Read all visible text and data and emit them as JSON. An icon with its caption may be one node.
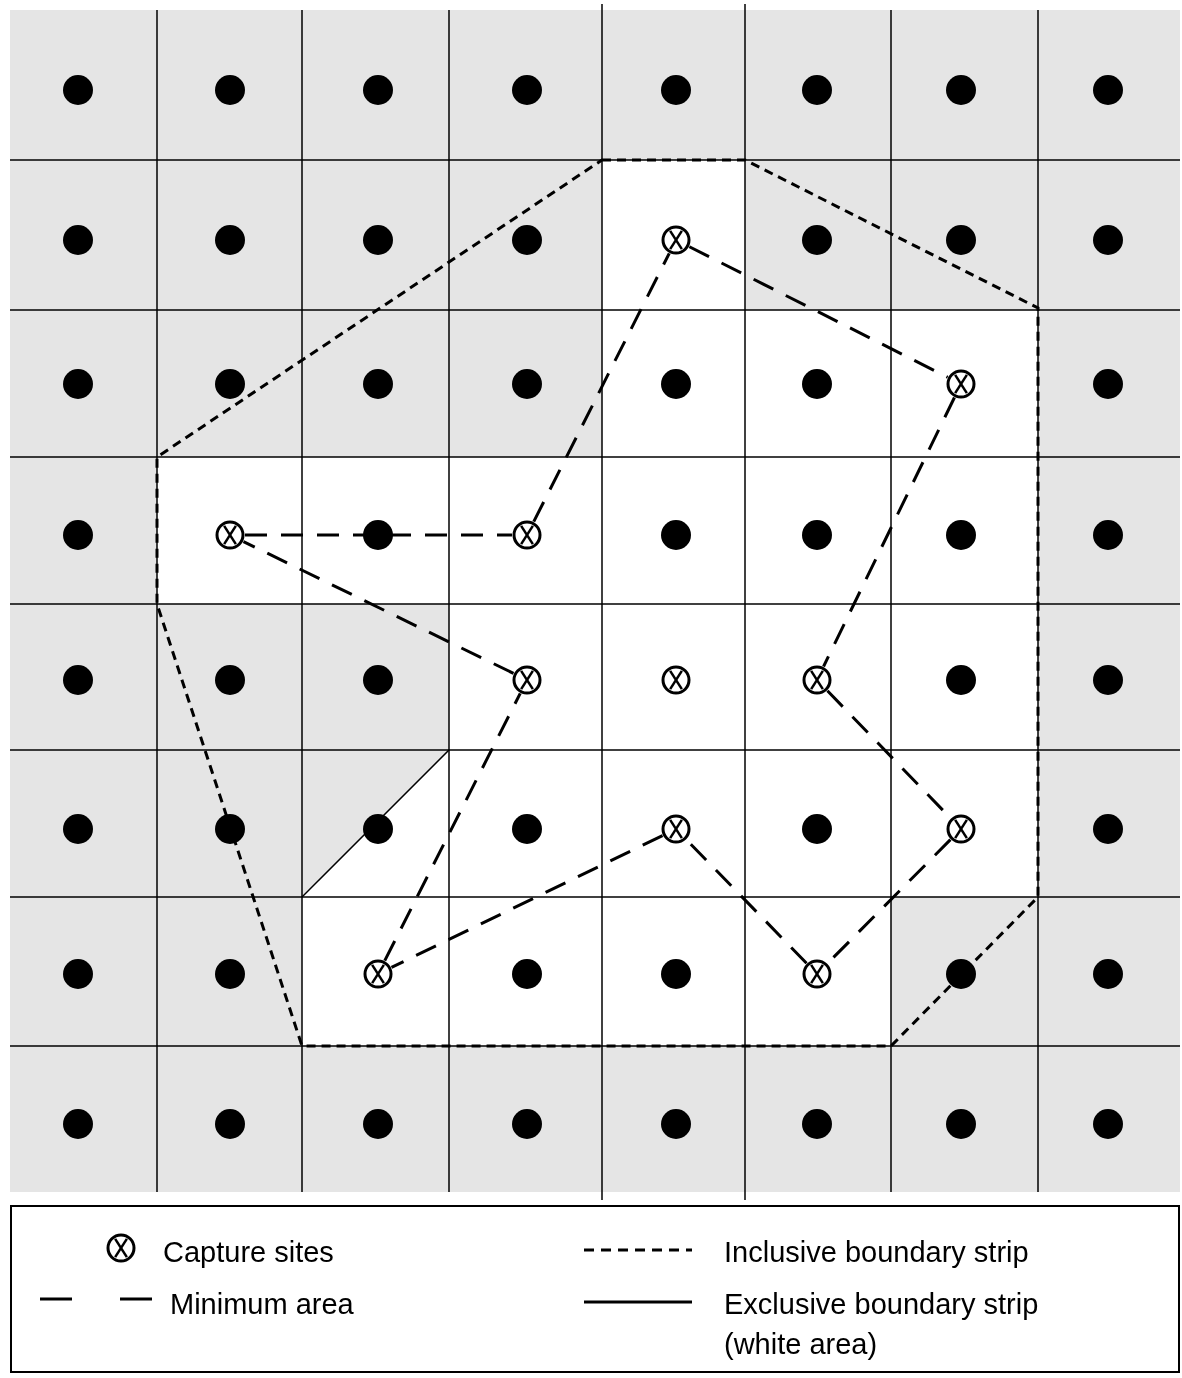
{
  "diagram": {
    "nodes": [
      {
        "text": [],
        "shape": "circle"
      },
      {
        "text": [],
        "shape": "circle"
      },
      {
        "text": [],
        "shape": "circle"
      },
      {
        "text": [],
        "shape": "circle"
      },
      {
        "text": [],
        "shape": "circle"
      },
      {
        "text": [],
        "shape": "circle"
      },
      {
        "text": [],
        "shape": "circle"
      },
      {
        "text": [],
        "shape": "circle"
      },
      {
        "text": [],
        "shape": "circle"
      },
      {
        "text": [],
        "shape": "circle"
      },
      {
        "text": [],
        "shape": "circle"
      }
    ],
    "edges": [
      {
        "from": 0,
        "to": 1,
        "arrow": "none",
        "style": "dashed"
      },
      {
        "from": 1,
        "to": 6,
        "arrow": "none",
        "style": "dashed"
      },
      {
        "from": 6,
        "to": 8,
        "arrow": "none",
        "style": "dashed"
      },
      {
        "from": 8,
        "to": 10,
        "arrow": "none",
        "style": "dashed"
      },
      {
        "from": 10,
        "to": 7,
        "arrow": "none",
        "style": "dashed"
      },
      {
        "from": 7,
        "to": 9,
        "arrow": "none",
        "style": "dashed"
      },
      {
        "from": 9,
        "to": 4,
        "arrow": "none",
        "style": "dashed"
      },
      {
        "from": 4,
        "to": 2,
        "arrow": "none",
        "style": "dashed"
      },
      {
        "from": 2,
        "to": 3,
        "arrow": "none",
        "style": "dashed"
      },
      {
        "from": 3,
        "to": 0,
        "arrow": "none",
        "style": "dashed"
      }
    ],
    "legend": [
      {
        "text": "Capture sites"
      },
      {
        "text": "Minimum area"
      },
      {
        "text": "Inclusive boundary strip"
      },
      {
        "text": "Exclusive boundary strip (white area)"
      }
    ]
  }
}
